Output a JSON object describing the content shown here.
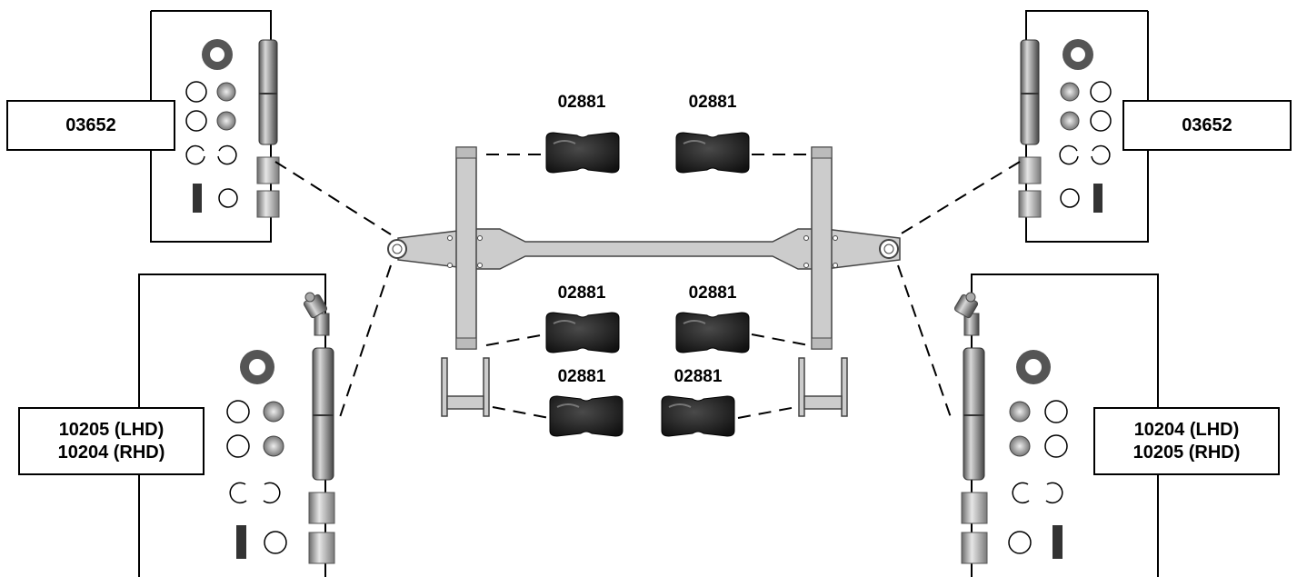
{
  "kits": {
    "top_left": {
      "code": "03652"
    },
    "top_right": {
      "code": "03652"
    },
    "bottom_left": {
      "line1": "10205 (LHD)",
      "line2": "10204 (RHD)"
    },
    "bottom_right": {
      "line1": "10204 (LHD)",
      "line2": "10205 (RHD)"
    }
  },
  "bushings": {
    "upper_left": "02881",
    "upper_right": "02881",
    "middle_left": "02881",
    "middle_right": "02881",
    "lower_left": "02881",
    "lower_right": "02881"
  },
  "colors": {
    "line": "#000000",
    "axle": "#cccccc",
    "bushing": "#1f1f1f",
    "metal": "#9a9a9a"
  }
}
